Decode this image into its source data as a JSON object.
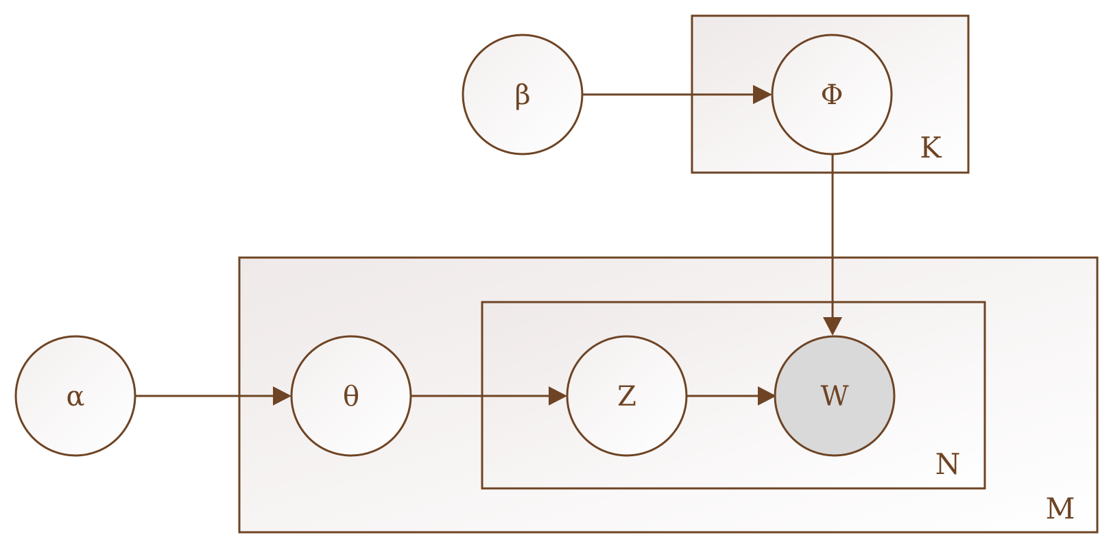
{
  "colors": {
    "stroke": "#6e4424",
    "node_fill_light": "#ffffff",
    "node_fill_observed": "#d9d9d9",
    "plate_fill": "#f1eded"
  },
  "plates": {
    "k": {
      "label": "K"
    },
    "m": {
      "label": "M"
    },
    "n": {
      "label": "N"
    }
  },
  "nodes": {
    "beta": {
      "label": "β",
      "observed": false
    },
    "phi": {
      "label": "Φ",
      "observed": false
    },
    "alpha": {
      "label": "α",
      "observed": false
    },
    "theta": {
      "label": "θ",
      "observed": false
    },
    "z": {
      "label": "Z",
      "observed": false
    },
    "w": {
      "label": "W",
      "observed": true
    }
  },
  "edges": [
    {
      "from": "beta",
      "to": "phi"
    },
    {
      "from": "phi",
      "to": "w"
    },
    {
      "from": "alpha",
      "to": "theta"
    },
    {
      "from": "theta",
      "to": "z"
    },
    {
      "from": "z",
      "to": "w"
    }
  ]
}
